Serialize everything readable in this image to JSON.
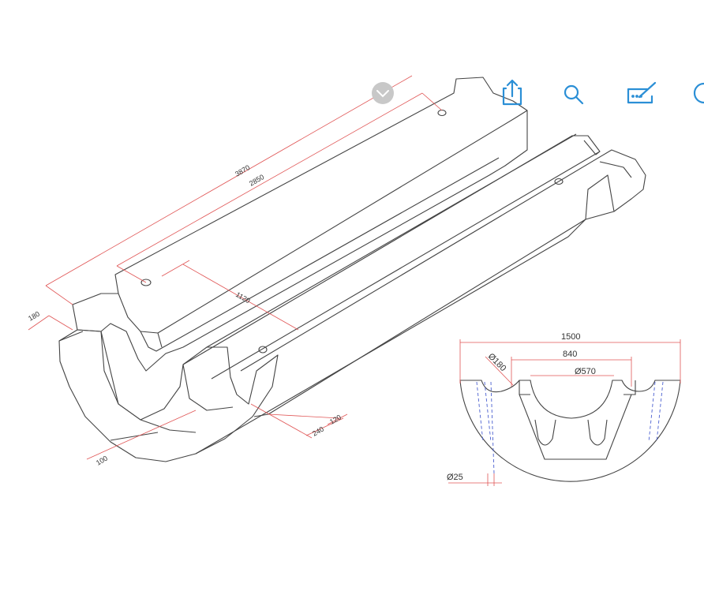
{
  "colors": {
    "outline": "#444444",
    "dimension": "#e05555",
    "hidden_line": "#4a5fd0",
    "toolbar_icon": "#2b8fd6",
    "overlay_badge": "#c8c8c8"
  },
  "toolbar": {
    "share_icon": "share-icon",
    "search_icon": "search-icon",
    "markup_icon": "markup-icon",
    "more_icon": "more-icon"
  },
  "overlay": {
    "badge_icon": "chevron-down-icon"
  },
  "isometric": {
    "dims": {
      "overall_length": "3870",
      "inner_length": "2850",
      "hole_spacing": "1120",
      "end_height": "180",
      "end_step": "100",
      "lip_width": "240",
      "lip_height": "120"
    }
  },
  "section": {
    "dims": {
      "width": "1500",
      "inner_width": "840",
      "small_groove": "Ø180",
      "center_groove": "Ø570",
      "pin_hole": "Ø25"
    }
  }
}
